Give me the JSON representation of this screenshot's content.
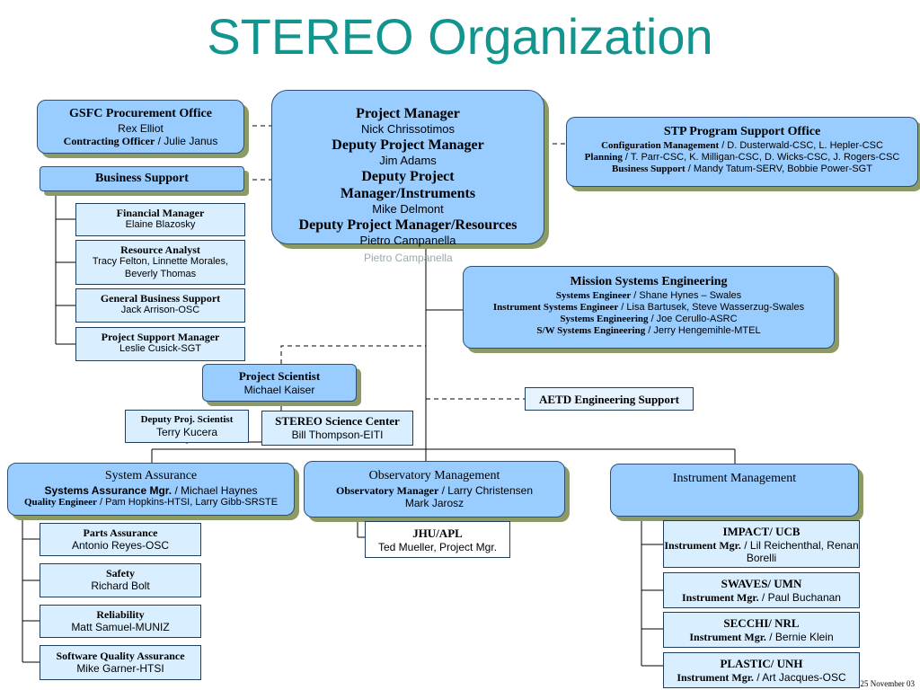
{
  "title": "STEREO Organization",
  "footer_date": "25 November 03",
  "gsfc": {
    "heading": "GSFC Procurement Office",
    "name": "Rex Elliot",
    "role": "Contracting Officer",
    "role_name": " / Julie Janus"
  },
  "business_support": {
    "heading": "Business Support"
  },
  "financial": {
    "heading": "Financial Manager",
    "name": "Elaine Blazosky"
  },
  "resource": {
    "heading": "Resource Analyst",
    "names": "Tracy Felton,  Linnette Morales, Beverly Thomas"
  },
  "general_bs": {
    "heading": "General Business Support",
    "name": "Jack Arrison-OSC"
  },
  "psm": {
    "heading": "Project Support Manager",
    "name": "Leslie Cusick-SGT"
  },
  "pm": {
    "h1": "Project Manager",
    "n1": "Nick Chrissotimos",
    "h2": "Deputy Project Manager",
    "n2": "Jim Adams",
    "h3": "Deputy Project Manager/Instruments",
    "n3": "Mike Delmont",
    "h4": "Deputy Project Manager/Resources",
    "n4": "Pietro Campanella",
    "ghost": "Pietro Campanella"
  },
  "stp": {
    "heading": "STP Program Support Office",
    "r1_role": "Configuration Management",
    "r1_names": " / D. Dusterwald-CSC, L. Hepler-CSC",
    "r2_role": "Planning",
    "r2_names": " / T. Parr-CSC, K. Milligan-CSC, D. Wicks-CSC, J. Rogers-CSC",
    "r3_role": "Business Support",
    "r3_names": " / Mandy Tatum-SERV, Bobbie Power-SGT"
  },
  "mse": {
    "heading": "Mission Systems Engineering",
    "r1_role": "Systems Engineer",
    "r1_names": " / Shane Hynes – Swales",
    "r2_role": "Instrument Systems Engineer",
    "r2_names": " / Lisa Bartusek, Steve Wasserzug-Swales",
    "r3_role": "Systems Engineering",
    "r3_names": " / Joe Cerullo-ASRC",
    "r4_role": "S/W Systems Engineering",
    "r4_names": " / Jerry Hengemihle-MTEL"
  },
  "scientist": {
    "heading": "Project Scientist",
    "name": "Michael Kaiser"
  },
  "aetd": {
    "heading": "AETD Engineering Support"
  },
  "deputy_sci": {
    "heading": "Deputy Proj. Scientist",
    "name": "Terry Kucera"
  },
  "ssc": {
    "heading": "STEREO Science Center",
    "name": "Bill Thompson-EITI"
  },
  "sa": {
    "heading": "System Assurance",
    "r1_role": "Systems Assurance Mgr.",
    "r1_names": " / Michael Haynes",
    "r2_role": "Quality Engineer",
    "r2_names": " / Pam Hopkins-HTSI, Larry Gibb-SRSTE"
  },
  "parts": {
    "heading": "Parts Assurance",
    "name": "Antonio Reyes-OSC"
  },
  "safety": {
    "heading": "Safety",
    "name": "Richard Bolt"
  },
  "reliability": {
    "heading": "Reliability",
    "name": "Matt Samuel-MUNIZ"
  },
  "sqa": {
    "heading": "Software Quality Assurance",
    "name": "Mike Garner-HTSI"
  },
  "om": {
    "heading": "Observatory Management",
    "r1_role": "Observatory Manager",
    "r1_names": " / Larry Christensen",
    "r2_names": "Mark Jarosz"
  },
  "jhu": {
    "heading": "JHU/APL",
    "name": "Ted Mueller, Project Mgr."
  },
  "im": {
    "heading": "Instrument Management"
  },
  "impact": {
    "heading": "IMPACT/ UCB",
    "role": "Instrument Mgr.",
    "names": " / Lil Reichenthal, Renan Borelli"
  },
  "swaves": {
    "heading": "SWAVES/ UMN",
    "role": "Instrument Mgr.",
    "names": " / Paul Buchanan"
  },
  "secchi": {
    "heading": "SECCHI/ NRL",
    "role": "Instrument Mgr.",
    "names": " / Bernie Klein"
  },
  "plastic": {
    "heading": "PLASTIC/ UNH",
    "role": "Instrument Mgr.",
    "names": " / Art Jacques-OSC"
  }
}
